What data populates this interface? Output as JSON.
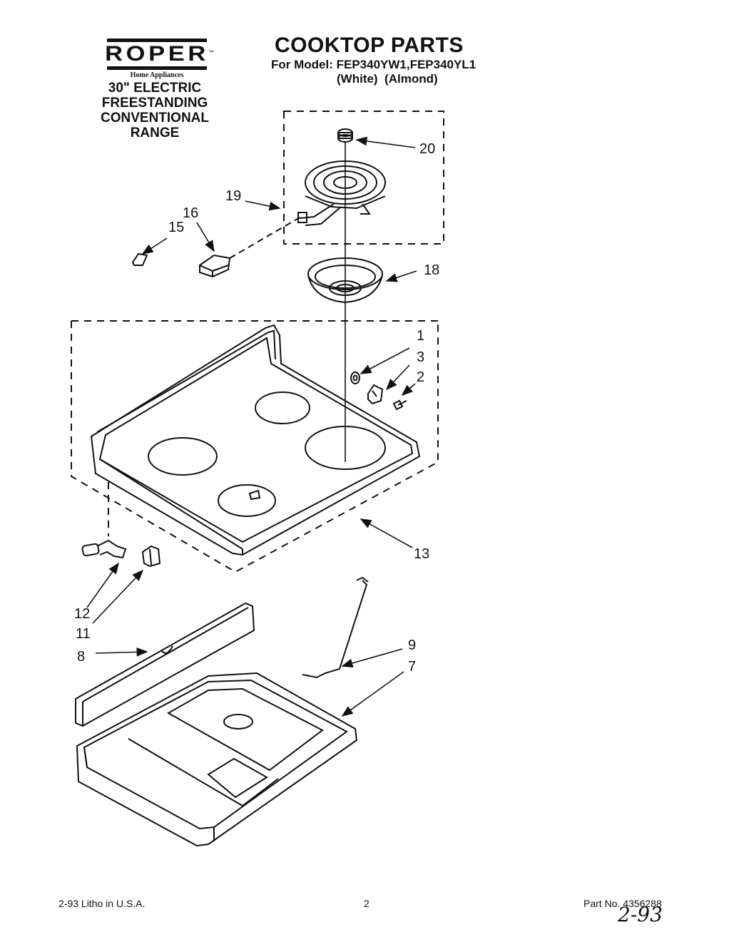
{
  "header": {
    "brand": "ROPER",
    "brand_mark": "™",
    "brand_sub": "Home Appliances",
    "product_lines": [
      "30\" ELECTRIC",
      "FREESTANDING",
      "CONVENTIONAL",
      "RANGE"
    ],
    "title": "COOKTOP PARTS",
    "model_line": "For Model: FEP340YW1,FEP340YL1",
    "variant_line": "(White)  (Almond)"
  },
  "callouts": [
    "1",
    "2",
    "3",
    "7",
    "8",
    "9",
    "11",
    "12",
    "13",
    "15",
    "16",
    "18",
    "19",
    "20"
  ],
  "footer": {
    "litho": "2-93 Litho in U.S.A.",
    "page": "2",
    "part_no": "Part No. 4356288",
    "handwritten": "2-93"
  }
}
